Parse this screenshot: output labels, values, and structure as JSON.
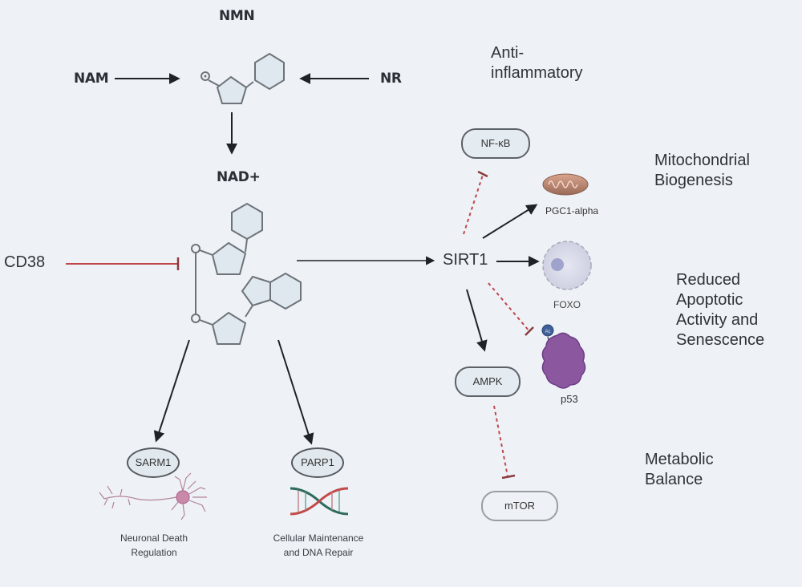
{
  "precursors": {
    "nmn": "NMN",
    "nam": "NAM",
    "nr": "NR",
    "nad": "NAD+",
    "cd38": "CD38"
  },
  "sirt1": "SIRT1",
  "targets": {
    "nfkb": "NF-κB",
    "pgc1a": "PGC1-alpha",
    "foxo": "FOXO",
    "p53": "p53",
    "ac": "Ac",
    "ampk": "AMPK",
    "mtor": "mTOR",
    "sarm1": "SARM1",
    "parp1": "PARP1"
  },
  "outcomes": {
    "anti_inflammatory": [
      "Anti-",
      "inflammatory"
    ],
    "mito": [
      "Mitochondrial",
      "Biogenesis"
    ],
    "apoptosis": [
      "Reduced",
      "Apoptotic",
      "Activity and",
      "Senescence"
    ],
    "metabolic": [
      "Metabolic",
      "Balance"
    ],
    "neuronal": [
      "Neuronal Death",
      "Regulation"
    ],
    "cellular": [
      "Cellular Maintenance",
      "and DNA Repair"
    ]
  },
  "colors": {
    "activation": "#1f2226",
    "inhibition": "#c0464a",
    "molecule_stroke": "#6d7378",
    "molecule_fill": "#dfe8ef"
  }
}
